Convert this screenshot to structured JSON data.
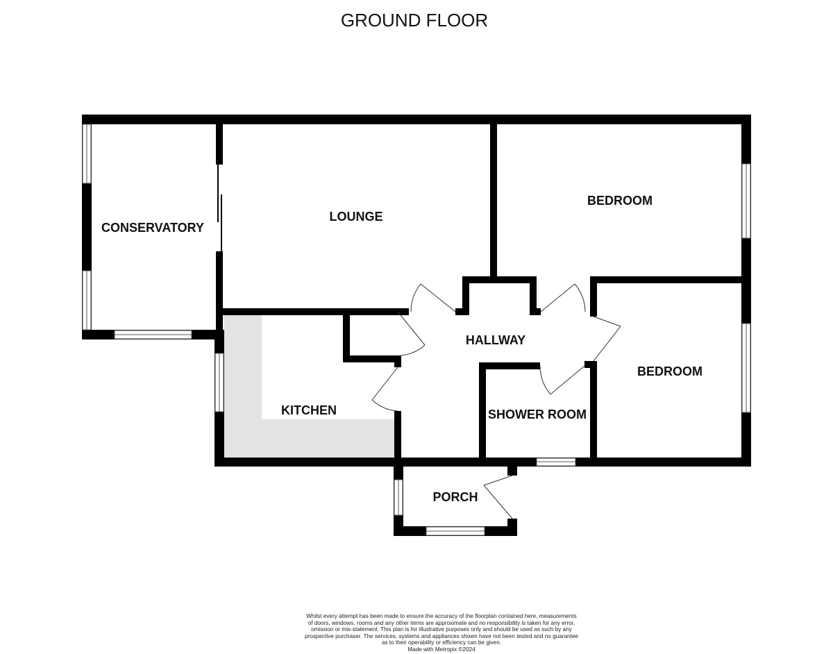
{
  "title": "GROUND FLOOR",
  "rooms": {
    "conservatory": "CONSERVATORY",
    "lounge": "LOUNGE",
    "bedroom_1": "BEDROOM",
    "bedroom_2": "BEDROOM",
    "hallway": "HALLWAY",
    "kitchen": "KITCHEN",
    "shower_room": "SHOWER ROOM",
    "porch": "PORCH"
  },
  "disclaimer": [
    "Whilst every attempt has been made to ensure the accuracy of the floorplan contained here, measurements",
    "of doors, windows, rooms and any other items are approximate and no responsibility is taken for any error,",
    "omission or mis-statement. This plan is for illustrative purposes only and should be used as such by any",
    "prospective purchaser. The services, systems and appliances shown have not been tested and no guarantee",
    "as to their operability or efficiency can be given.",
    "Made with Metropix ©2024"
  ],
  "colors": {
    "wall": "#000000",
    "worktop": "#e3e3e3",
    "background": "#ffffff"
  }
}
